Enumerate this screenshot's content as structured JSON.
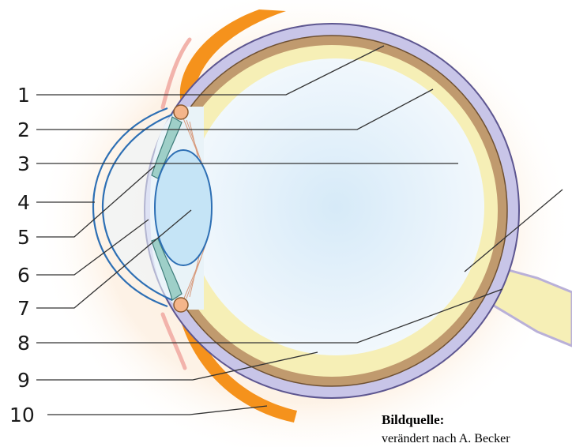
{
  "labels": [
    "1",
    "2",
    "3",
    "4",
    "5",
    "6",
    "7",
    "8",
    "9",
    "10"
  ],
  "source": {
    "title": "Bildquelle:",
    "text": "verändert nach A. Becker"
  },
  "colors": {
    "sclera": "#c8c5e8",
    "choroid": "#c09a6e",
    "retina": "#f6efb6",
    "vitreous": "#e4f2fb",
    "lens": "#c5e4f6",
    "iris": "#9ecfc8",
    "eyelid_bone": "#f5921c",
    "skin": "#f4b8b0",
    "halo": "#fde8d4"
  }
}
